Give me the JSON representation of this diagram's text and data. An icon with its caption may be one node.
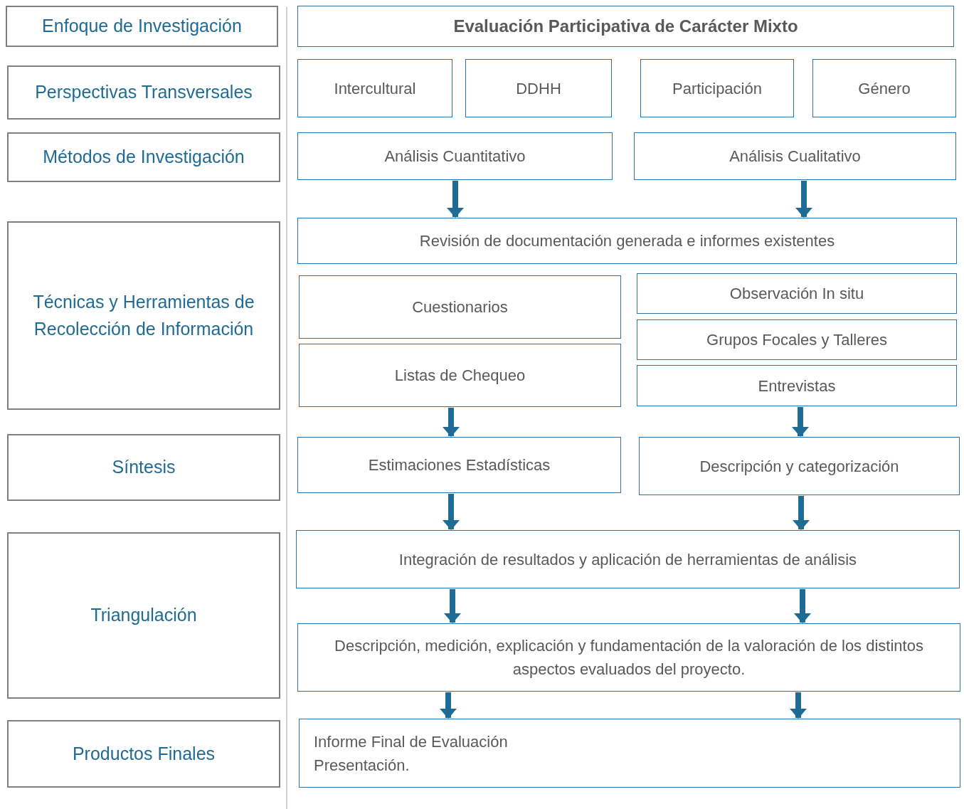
{
  "diagram": {
    "nodes": [
      {
        "text": [
          "Enfoque de Investigación"
        ]
      },
      {
        "text": [
          "Evaluación Participativa de Carácter Mixto"
        ]
      },
      {
        "text": [
          "Perspectivas Transversales"
        ]
      },
      {
        "text": [
          "Intercultural"
        ]
      },
      {
        "text": [
          "DDHH"
        ]
      },
      {
        "text": [
          "Participación"
        ]
      },
      {
        "text": [
          "Género"
        ]
      },
      {
        "text": [
          "Métodos de Investigación"
        ]
      },
      {
        "text": [
          "Análisis Cuantitativo"
        ]
      },
      {
        "text": [
          "Análisis Cualitativo"
        ]
      },
      {
        "text": [
          "Técnicas y Herramientas de Recolección de Información"
        ]
      },
      {
        "text": [
          "Revisión de documentación generada e informes existentes"
        ]
      },
      {
        "text": [
          "Cuestionarios"
        ]
      },
      {
        "text": [
          "Observación In situ"
        ]
      },
      {
        "text": [
          "Listas de Chequeo"
        ]
      },
      {
        "text": [
          "Grupos Focales y Talleres"
        ]
      },
      {
        "text": [
          "Entrevistas"
        ]
      },
      {
        "text": [
          "Síntesis"
        ]
      },
      {
        "text": [
          "Estimaciones Estadísticas"
        ]
      },
      {
        "text": [
          "Descripción y categorización"
        ]
      },
      {
        "text": [
          "Triangulación"
        ]
      },
      {
        "text": [
          "Integración de resultados y aplicación de herramientas de análisis"
        ]
      },
      {
        "text": [
          "Descripción, medición, explicación y fundamentación de la valoración de los distintos aspectos evaluados del proyecto."
        ]
      },
      {
        "text": [
          "Productos Finales"
        ]
      },
      {
        "text": [
          "Informe Final de Evaluación",
          "Presentación."
        ]
      }
    ],
    "edges": [
      {
        "from": 8,
        "to": 11,
        "arrow": "to"
      },
      {
        "from": 9,
        "to": 11,
        "arrow": "to"
      },
      {
        "from": 14,
        "to": 18,
        "arrow": "to"
      },
      {
        "from": 16,
        "to": 19,
        "arrow": "to"
      },
      {
        "from": 18,
        "to": 21,
        "arrow": "to"
      },
      {
        "from": 19,
        "to": 21,
        "arrow": "to"
      },
      {
        "from": 21,
        "to": 22,
        "arrow": "to"
      },
      {
        "from": 21,
        "to": 22,
        "arrow": "to"
      },
      {
        "from": 22,
        "to": 24,
        "arrow": "to"
      },
      {
        "from": 22,
        "to": 24,
        "arrow": "to"
      }
    ]
  }
}
